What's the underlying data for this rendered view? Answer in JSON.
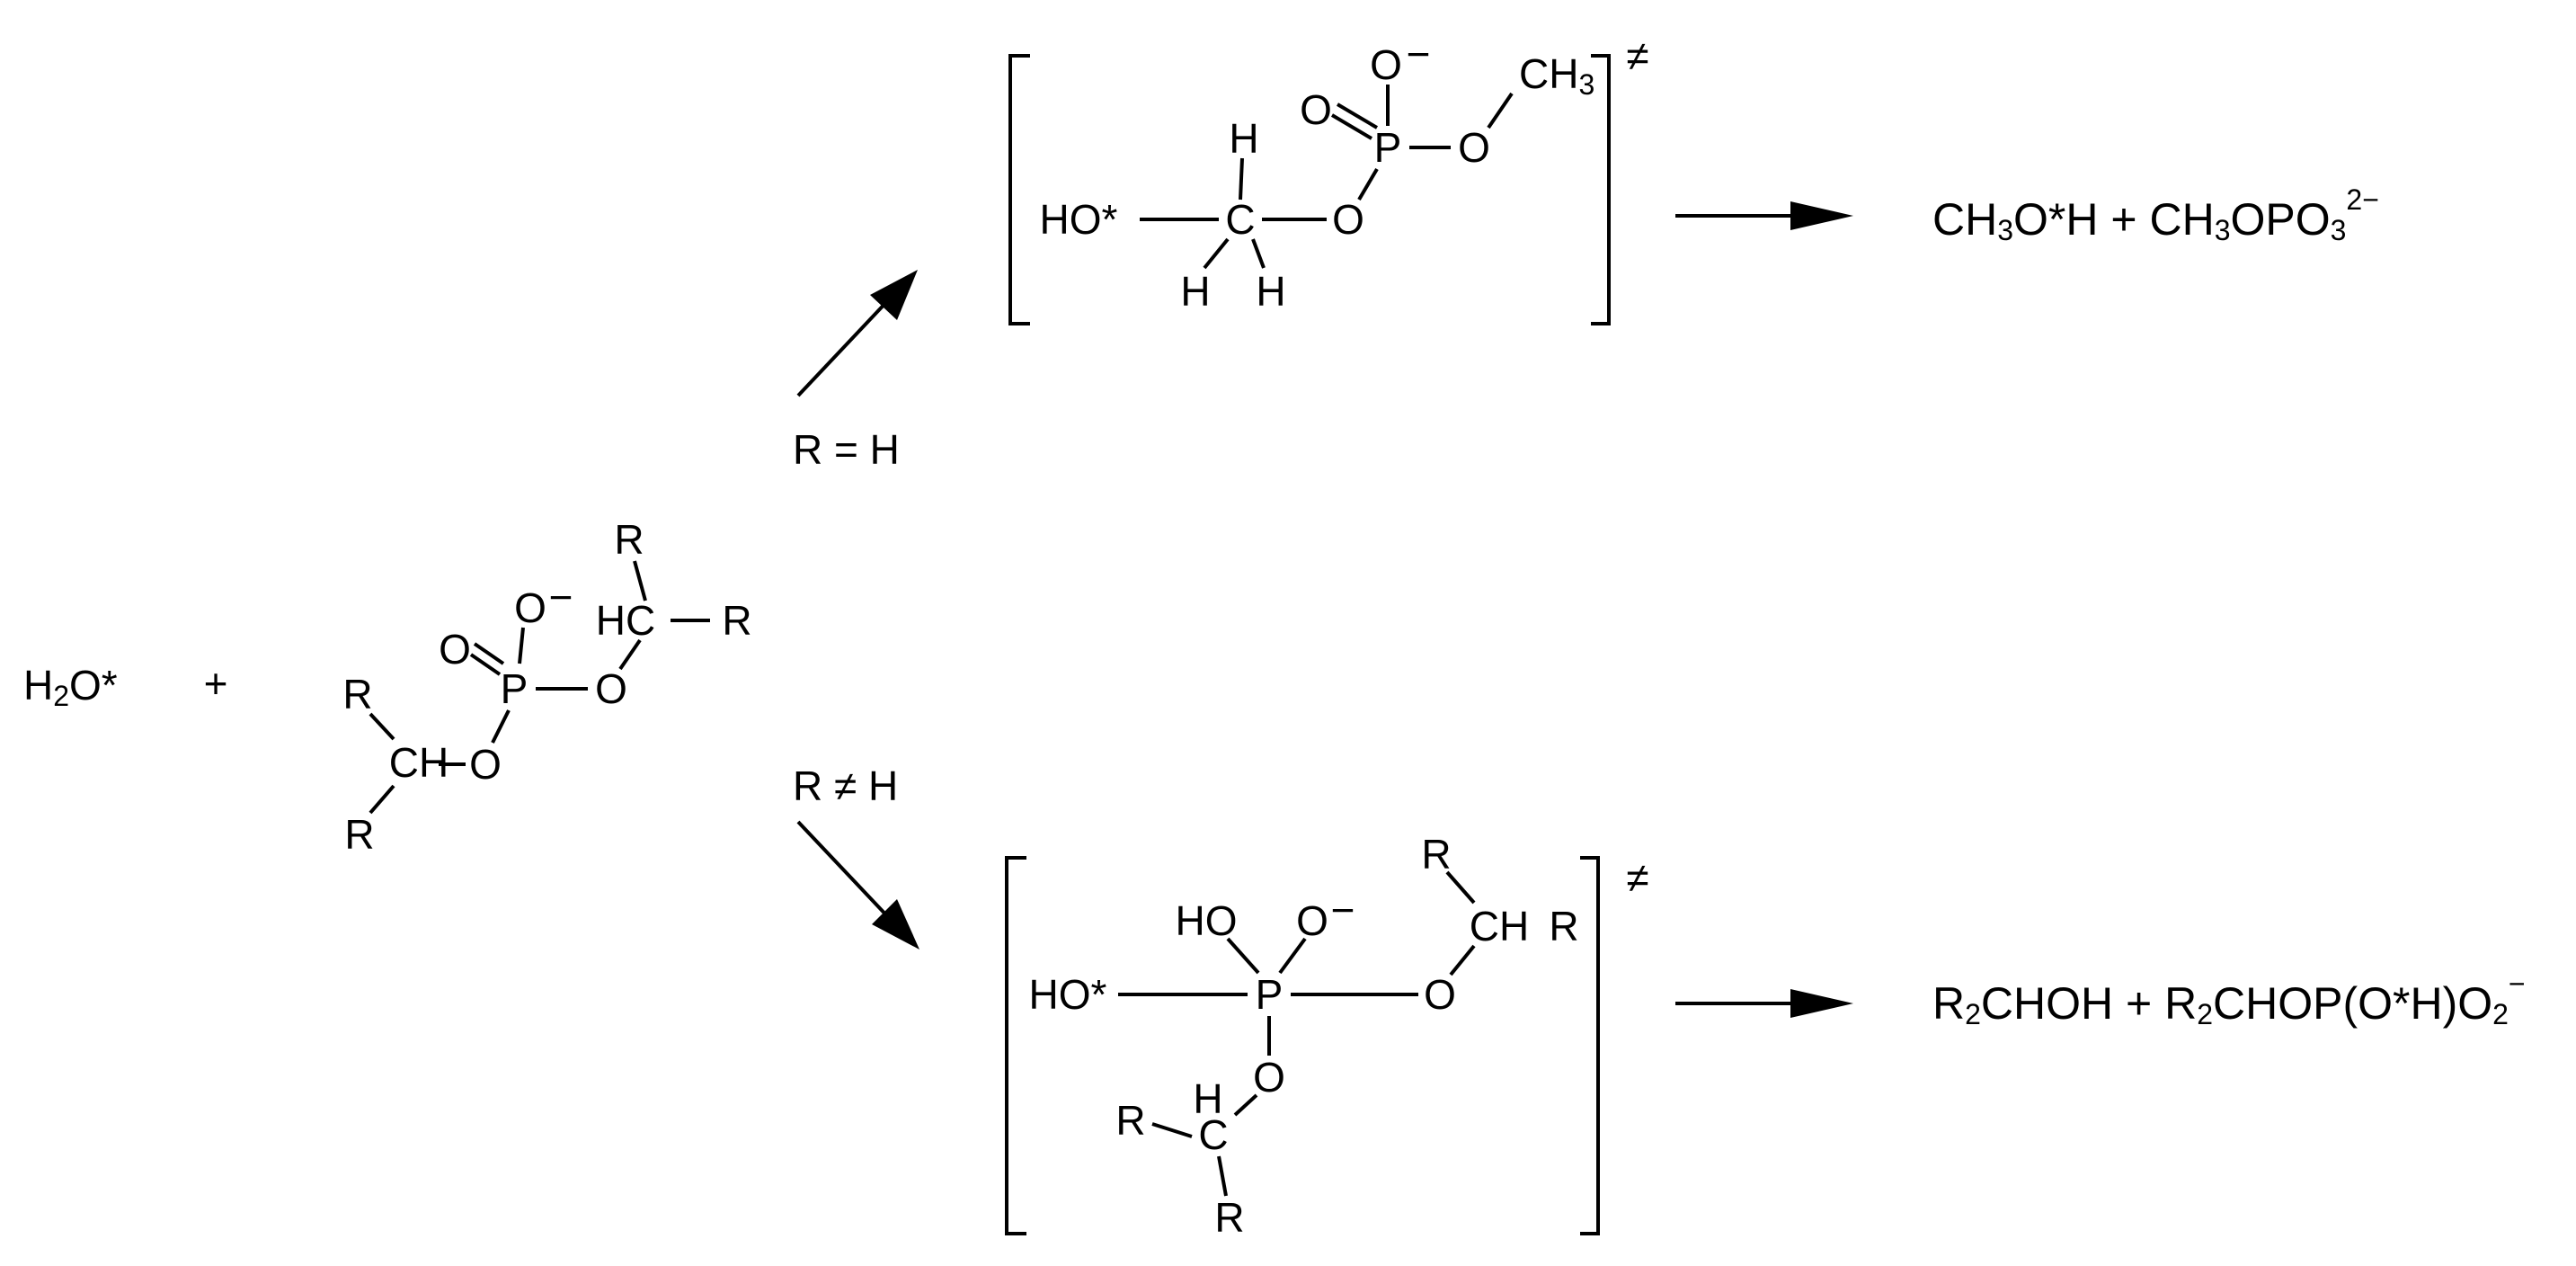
{
  "reactants": {
    "water": {
      "prefix": "H",
      "sub": "2",
      "suffix": "O*"
    },
    "plus": "+",
    "phosphodiester": {
      "o_minus": "O",
      "charge": "−",
      "o_double": "O",
      "p": "P",
      "o_right": "O",
      "o_left": "O",
      "hc": "HC",
      "ch": "CH",
      "r_top": "R",
      "r_right": "R",
      "r_left_top": "R",
      "r_left_bottom": "R"
    }
  },
  "conditions": {
    "upper": "R = H",
    "lower": "R ≠ H"
  },
  "ts_upper": {
    "ho": "HO*",
    "c": "C",
    "h_top": "H",
    "h_bl": "H",
    "h_br": "H",
    "o_bridge": "O",
    "p": "P",
    "o_double": "O",
    "o_minus": "O",
    "charge": "−",
    "o_methyl": "O",
    "ch3": {
      "prefix": "CH",
      "sub": "3"
    },
    "dagger": "≠"
  },
  "ts_lower": {
    "ho": "HO*",
    "p": "P",
    "hoh": "HO",
    "o_minus": "O",
    "charge": "−",
    "o_right": "O",
    "o_bottom": "O",
    "ch_right": "CH",
    "r_right_top": "R",
    "r_right": "R",
    "h_bottom": "H",
    "c_bottom": "C",
    "r_bottom_left": "R",
    "r_bottom": "R",
    "dagger": "≠"
  },
  "products_upper": {
    "p1": "CH",
    "s1": "3",
    "p2": "O*H + CH",
    "s2": "3",
    "p3": "OPO",
    "s3": "3",
    "sup": "2−"
  },
  "products_lower": {
    "p1": "R",
    "s1": "2",
    "p2": "CHOH + R",
    "s2": "2",
    "p3": "CHOP(O*H)O",
    "s3": "2",
    "sup": "−"
  }
}
